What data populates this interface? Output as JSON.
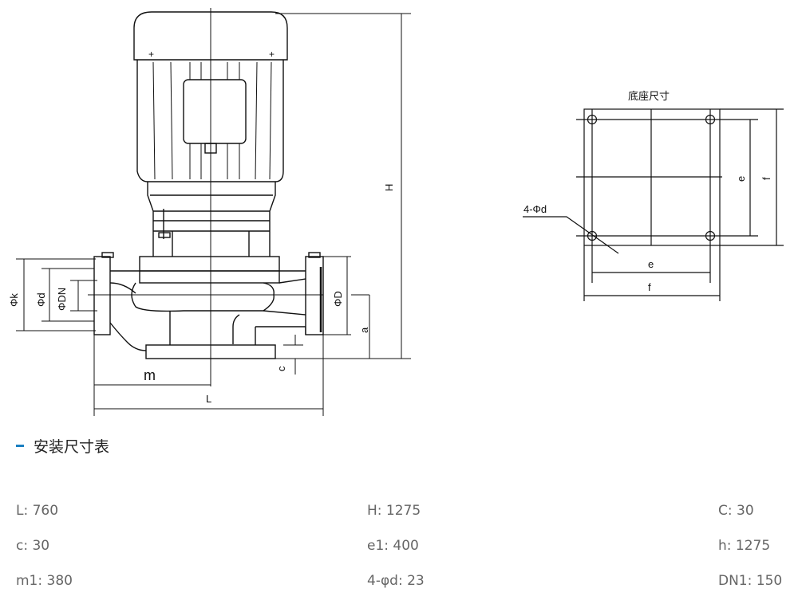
{
  "drawing": {
    "labels": {
      "H": "H",
      "L": "L",
      "m": "m",
      "c": "c",
      "a": "a",
      "phi_k": "Φk",
      "phi_d": "Φd",
      "phi_dn": "ΦDN",
      "phi_D": "ΦD"
    },
    "base": {
      "title": "底座尺寸",
      "holes": "4-Φd",
      "e_h": "e",
      "f_h": "f",
      "e_v": "e",
      "f_v": "f"
    }
  },
  "section": {
    "title": "安装尺寸表",
    "accent": "#1a7fc1"
  },
  "specs": [
    [
      "L: 760",
      "H: 1275",
      "C: 30"
    ],
    [
      "c: 30",
      "e1: 400",
      "h: 1275"
    ],
    [
      "m1: 380",
      "4-φd: 23",
      "DN1: 150"
    ]
  ]
}
